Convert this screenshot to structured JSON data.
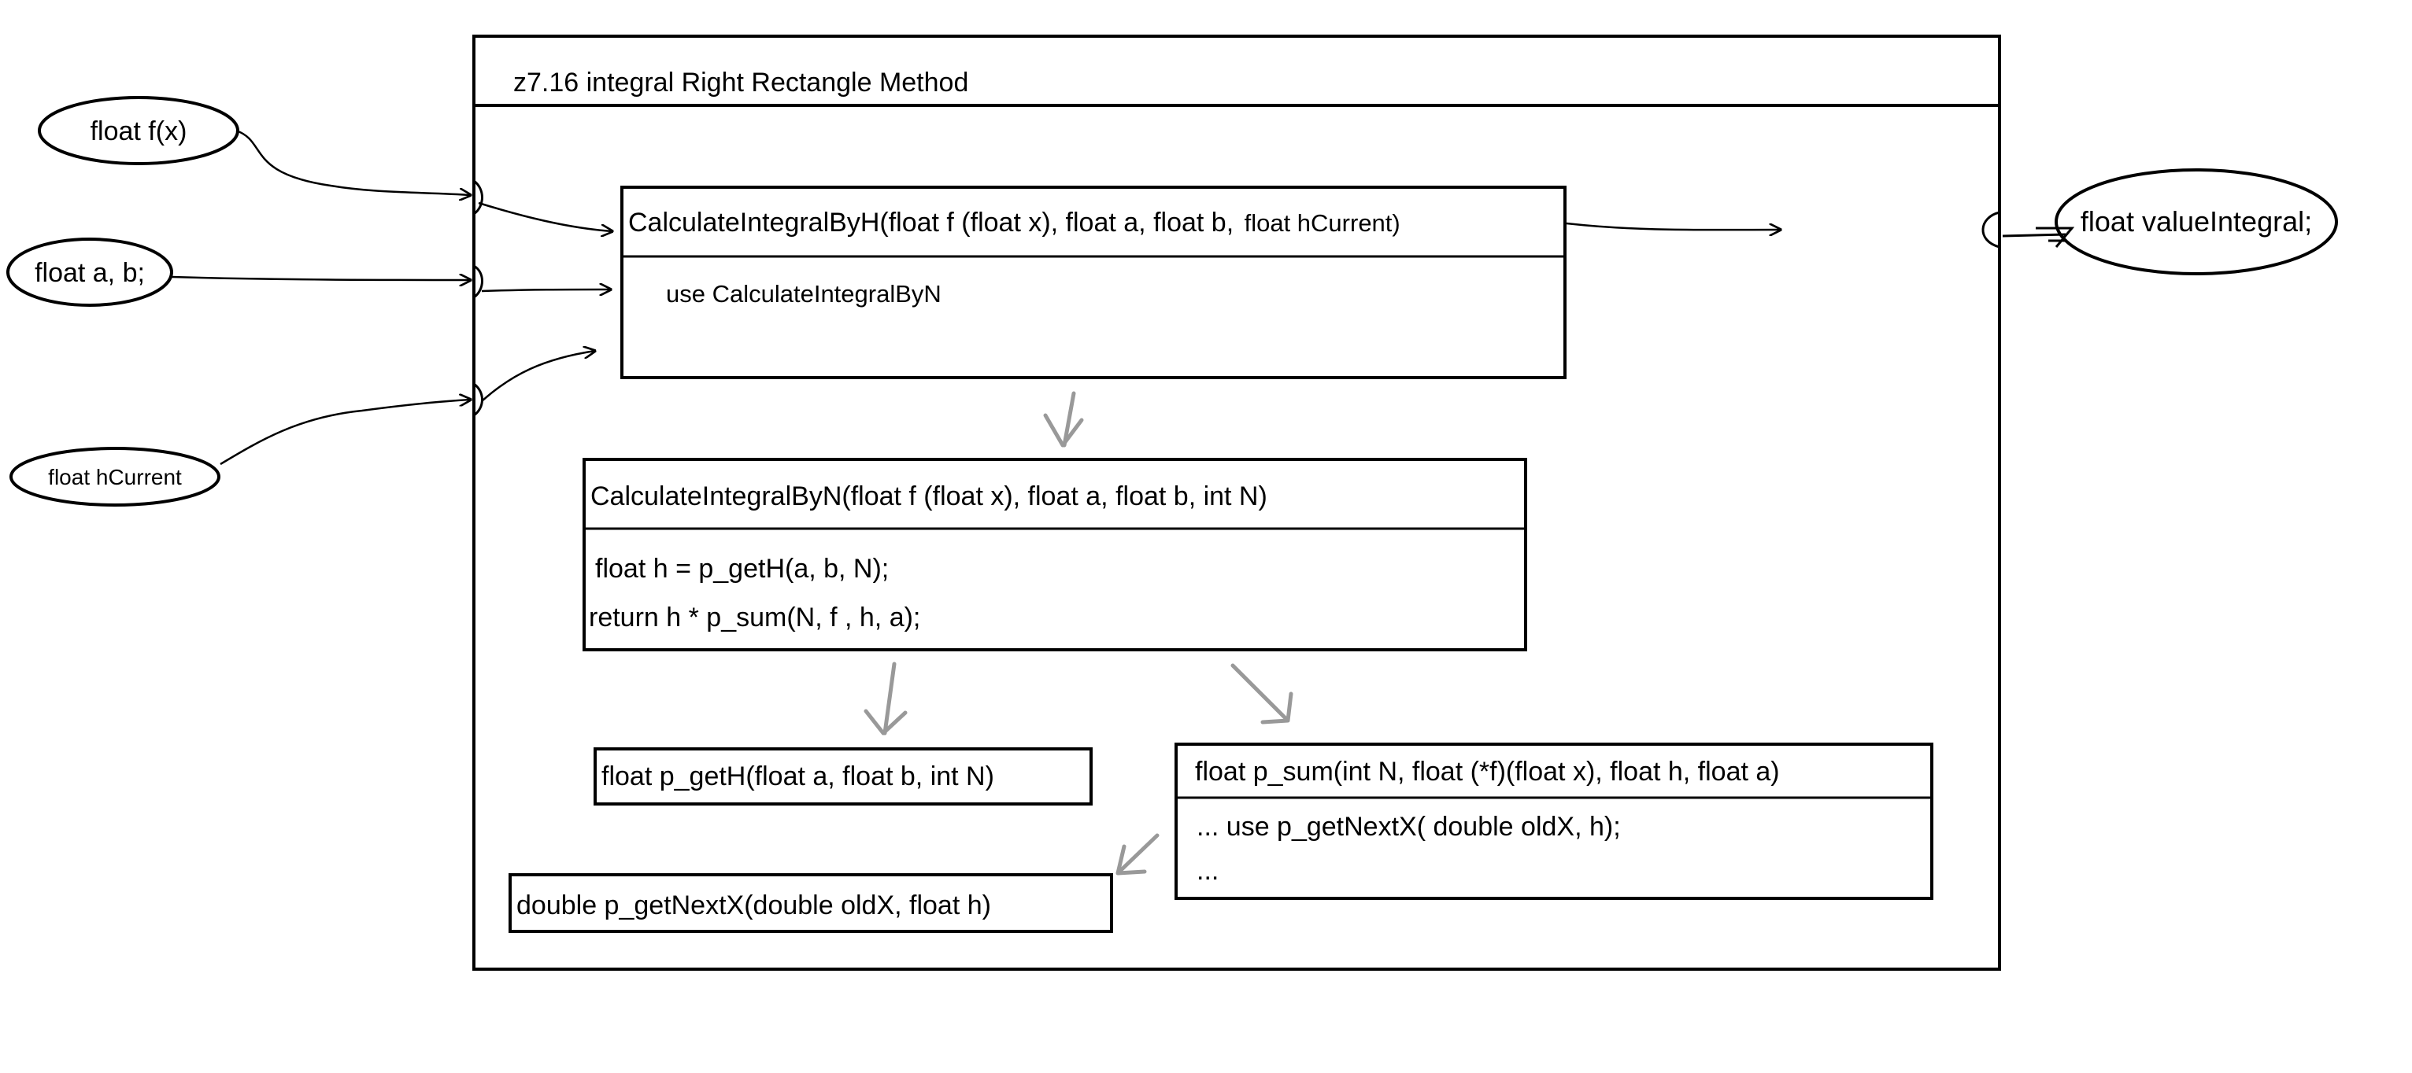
{
  "module": {
    "title": "z7.16 integral Right Rectangle Method"
  },
  "inputs": [
    {
      "label": "float f(x)"
    },
    {
      "label": "float a, b;"
    },
    {
      "label": "float hCurrent"
    }
  ],
  "output": {
    "label": "float valueIntegral;"
  },
  "blocks": {
    "by_h": {
      "signature_main": "CalculateIntegralByH(float  f  (float x), float a, float b,",
      "signature_tail": "float hCurrent)",
      "body": [
        "use CalculateIntegralByN"
      ]
    },
    "by_n": {
      "signature": "CalculateIntegralByN(float  f  (float x), float a, float b, int N)",
      "body": [
        "float h = p_getH(a, b, N);",
        "return h *  p_sum(N, f ,  h, a);"
      ]
    },
    "get_h": {
      "signature": "float p_getH(float a, float b, int N)"
    },
    "sum": {
      "signature": "float p_sum(int N, float (*f)(float x), float h, float a)",
      "body": [
        "...   use  p_getNextX( double oldX, h);",
        "..."
      ]
    },
    "next_x": {
      "signature": "double p_getNextX(double oldX, float h)"
    }
  },
  "colors": {
    "stroke": "#000000",
    "flow_arrow": "#999999",
    "background": "#ffffff"
  }
}
